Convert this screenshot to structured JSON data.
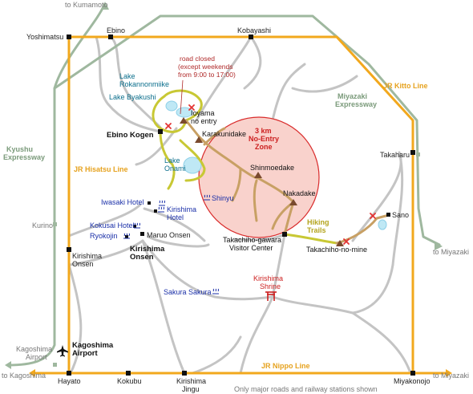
{
  "directions": {
    "to_kumamoto": "to Kumamoto",
    "to_miyazaki_exp": "to Miyazaki",
    "to_miyazaki_rail": "to Miyazaki",
    "to_kagoshima": "to Kagoshima"
  },
  "railway_lines": {
    "kitto": "JR Kitto Line",
    "hisatsu": "JR Hisatsu Line",
    "nippo": "JR Nippo Line"
  },
  "expressways": {
    "miyazaki": [
      "Miyazaki",
      "Expressway"
    ],
    "kyushu": [
      "Kyushu",
      "Expressway"
    ]
  },
  "stations": {
    "yoshimatsu": "Yoshimatsu",
    "ebino": "Ebino",
    "kobayashi": "Kobayashi",
    "takaharu": "Takaharu",
    "hayato": "Hayato",
    "kokubu": "Kokubu",
    "kirishima_jingu": [
      "Kirishima",
      "Jingu"
    ],
    "miyakonojo": "Miyakonojo",
    "kirishima_onsen": [
      "Kirishima",
      "Onsen"
    ],
    "kurino": "Kurino",
    "maruo_onsen": "Maruo Onsen",
    "sano": "Sano"
  },
  "lakes": {
    "rokkannonmiike": [
      "Lake",
      "Rokannonmiike"
    ],
    "byakushi": "Lake Byakushi",
    "onami": [
      "Lake",
      "Onami"
    ]
  },
  "peaks": {
    "karakunidake": "Karakunidake",
    "shinmoedake": "Shinmoedake",
    "nakadake": "Nakadake"
  },
  "places": {
    "ioyama": [
      "Ioyama",
      "no entry"
    ],
    "ebino_kogen": "Ebino Kogen",
    "kirishima_onsen_area": [
      "Kirishima",
      "Onsen"
    ],
    "takachiho_gawara": [
      "Takachiho-gawara",
      "Visitor Center"
    ],
    "takachiho_no_mine": "Takachiho-no-mine",
    "kagoshima_airport_bold": [
      "Kagoshima",
      "Airport"
    ],
    "kagoshima_airport_gray": [
      "Kagoshima",
      "Airport"
    ],
    "shrine": [
      "Kirishima",
      "Shrine"
    ]
  },
  "hotels": {
    "iwasaki": "Iwasaki Hotel",
    "kirishima_hotel": [
      "Kirishima",
      "Hotel"
    ],
    "kokusai": "Kokusai Hotel",
    "ryokojin": "Ryokojin",
    "sakura": "Sakura Sakura",
    "shinyu": "Shinyu"
  },
  "road_closed": [
    "road closed",
    "(except weekends",
    "from 9:00 to 17:00)"
  ],
  "no_entry_zone": [
    "3 km",
    "No-Entry",
    "Zone"
  ],
  "hiking_trails": [
    "Hiking",
    "Trails"
  ],
  "footnote": "Only major roads and railway stations shown",
  "colors": {
    "railway": "#f2a81d",
    "expressway": "#9fb89f",
    "road": "#c4c4c4",
    "hiking_trail": "#c8c834",
    "mountain_road": "#c8a064",
    "no_entry_fill": "#f9d2cc",
    "no_entry_stroke": "#d92b2b",
    "lake": "#bfe8f5",
    "peak": "#7a4a2e",
    "no_entry_marker": "#e33333"
  }
}
